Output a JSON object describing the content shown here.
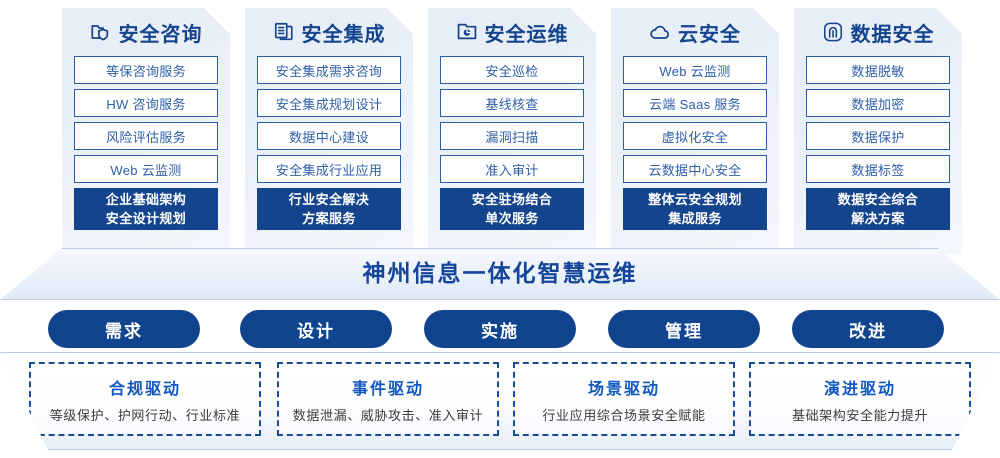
{
  "columns": [
    {
      "icon": "folder-shield-icon",
      "title": "安全咨询",
      "items": [
        "等保咨询服务",
        "HW 咨询服务",
        "风险评估服务",
        "Web 云监测"
      ],
      "summary_line1": "企业基础架构",
      "summary_line2": "安全设计规划"
    },
    {
      "icon": "stacked-documents-icon",
      "title": "安全集成",
      "items": [
        "安全集成需求咨询",
        "安全集成规划设计",
        "数据中心建设",
        "安全集成行业应用"
      ],
      "summary_line1": "行业安全解决",
      "summary_line2": "方案服务"
    },
    {
      "icon": "folder-chart-icon",
      "title": "安全运维",
      "items": [
        "安全巡检",
        "基线核查",
        "漏洞扫描",
        "准入审计"
      ],
      "summary_line1": "安全驻场结合",
      "summary_line2": "单次服务"
    },
    {
      "icon": "cloud-icon",
      "title": "云安全",
      "items": [
        "Web 云监测",
        "云端 Saas 服务",
        "虚拟化安全",
        "云数据中心安全"
      ],
      "summary_line1": "整体云安全规划",
      "summary_line2": "集成服务"
    },
    {
      "icon": "fingerprint-icon",
      "title": "数据安全",
      "items": [
        "数据脱敏",
        "数据加密",
        "数据保护",
        "数据标签"
      ],
      "summary_line1": "数据安全综合",
      "summary_line2": "解决方案"
    }
  ],
  "banner": {
    "title": "神州信息一体化智慧运维"
  },
  "pills": [
    {
      "label": "需求"
    },
    {
      "label": "设计"
    },
    {
      "label": "实施"
    },
    {
      "label": "管理"
    },
    {
      "label": "改进"
    }
  ],
  "drivers": [
    {
      "title": "合规驱动",
      "subtitle": "等级保护、护网行动、行业标准"
    },
    {
      "title": "事件驱动",
      "subtitle": "数据泄漏、威胁攻击、准入审计"
    },
    {
      "title": "场景驱动",
      "subtitle": "行业应用综合场景安全赋能"
    },
    {
      "title": "演进驱动",
      "subtitle": "基础架构安全能力提升"
    }
  ],
  "colors": {
    "brand_dark_blue": "#14448e",
    "brand_mid_blue": "#2a5caa",
    "accent_blue": "#1257c0",
    "panel_bg": "#e9eff7"
  }
}
